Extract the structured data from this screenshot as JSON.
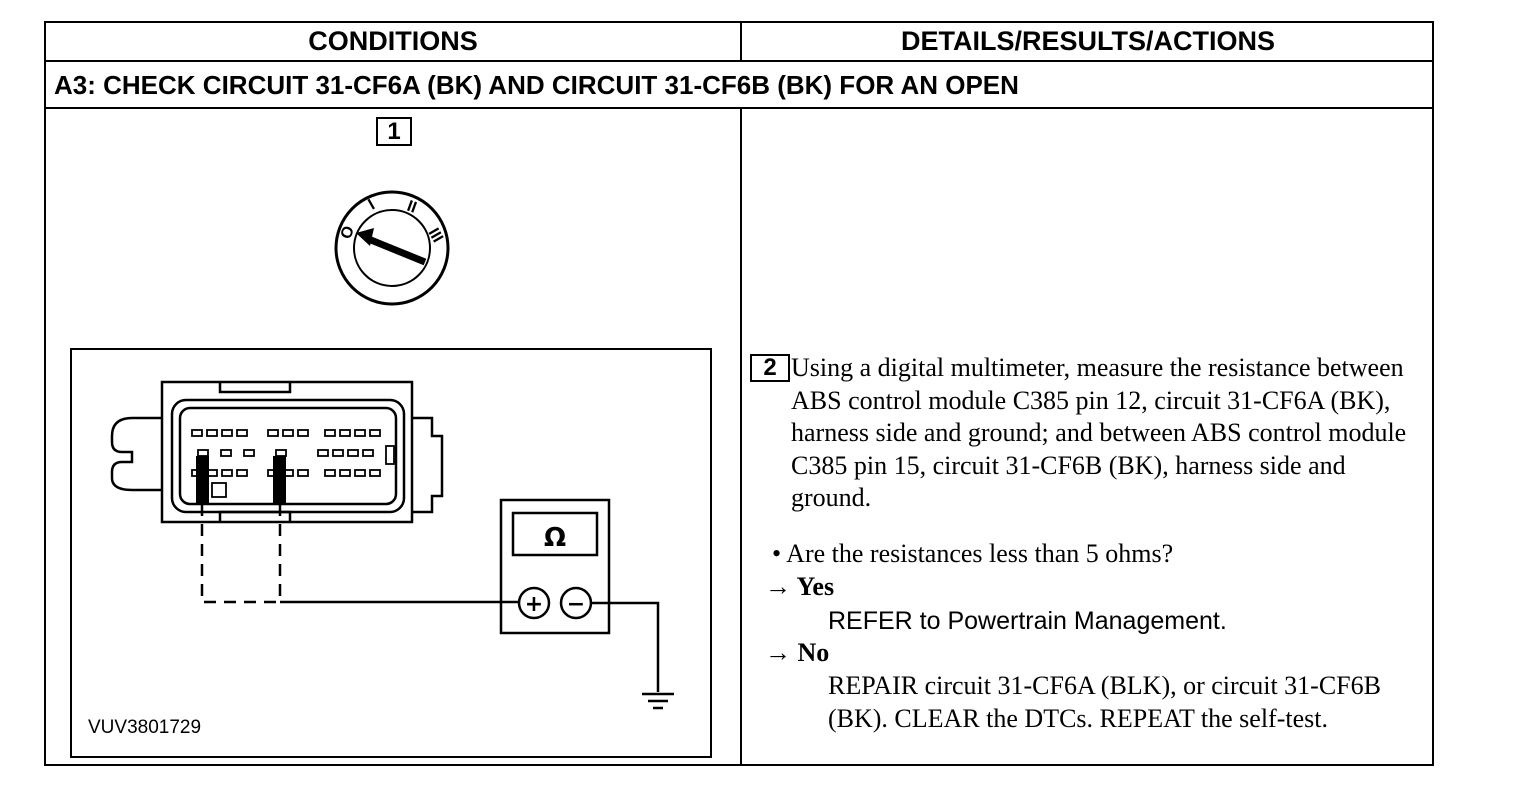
{
  "table": {
    "header_conditions": "CONDITIONS",
    "header_details": "DETAILS/RESULTS/ACTIONS",
    "step_title": "A3: CHECK CIRCUIT 31-CF6A (BK) AND CIRCUIT 31-CF6B (BK) FOR AN OPEN"
  },
  "figure": {
    "step1_number": "1",
    "ignition_positions": [
      "O",
      "I",
      "II",
      "III"
    ],
    "meter_symbol": "Ω",
    "meter_plus": "+",
    "meter_minus": "−",
    "figure_id": "VUV3801729"
  },
  "details": {
    "step2_number": "2",
    "instruction": "Using a digital multimeter, measure the resistance between ABS control module C385 pin 12, circuit 31-CF6A (BK), harness side and ground; and between ABS control module C385 pin 15, circuit 31-CF6B (BK), harness side and ground.",
    "question": "• Are the resistances less than 5 ohms?",
    "yes_label": "→ Yes",
    "yes_action": "REFER to Powertrain Management.",
    "no_label": "→ No",
    "no_action": "REPAIR circuit 31-CF6A (BLK), or circuit 31-CF6B (BK). CLEAR the DTCs. REPEAT the self-test."
  }
}
